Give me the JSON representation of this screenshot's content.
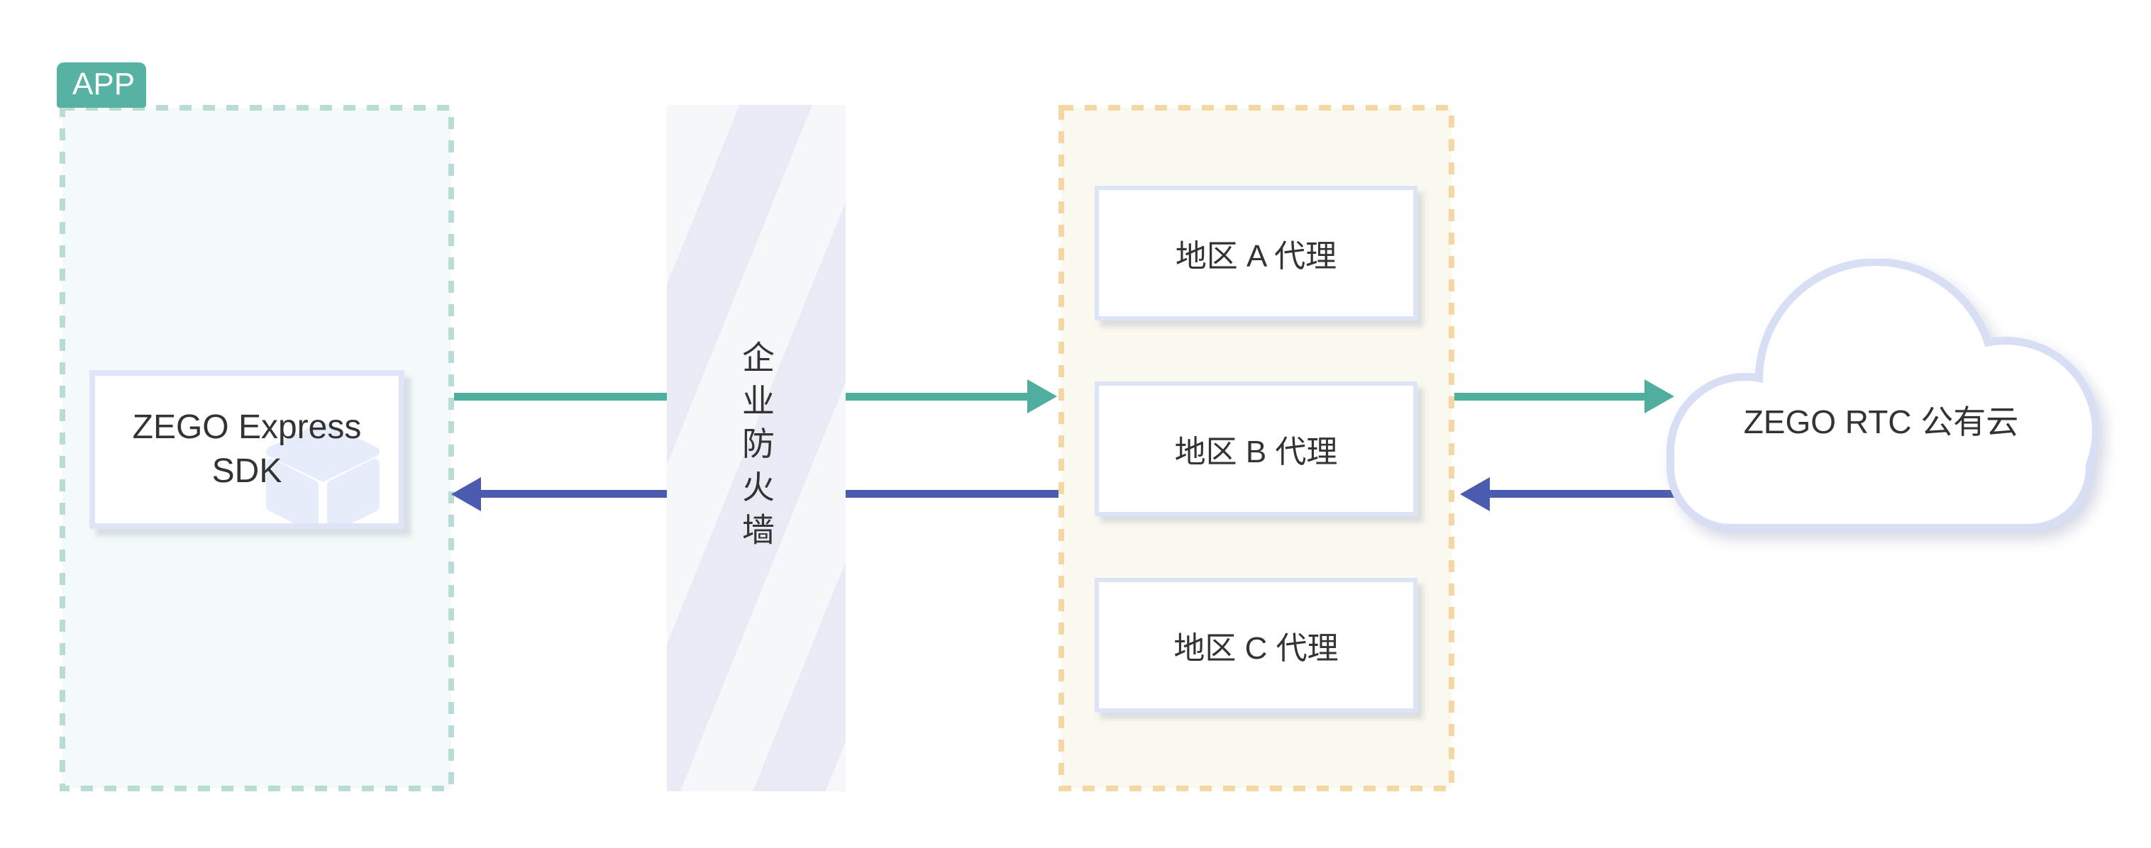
{
  "diagram": {
    "app_group": {
      "tag_label": "APP",
      "sdk_box_label": "ZEGO Express SDK"
    },
    "firewall": {
      "label": "企业防火墙"
    },
    "proxy_group": {
      "items": [
        "地区 A 代理",
        "地区 B 代理",
        "地区 C 代理"
      ]
    },
    "cloud": {
      "label": "ZEGO RTC 公有云"
    },
    "arrows": {
      "uplink_color": "#4FAE9D",
      "downlink_color": "#4A5BB0"
    },
    "colors": {
      "app_tag_bg": "#58B2A3",
      "app_dash_border": "#B9DDD6",
      "app_bg": "#F4FAF9",
      "proxy_dash_border": "#F3D8A4",
      "proxy_bg": "#FBF8EF",
      "card_border": "#DFE5F7",
      "firewall_stripe_light": "#F6F7FB",
      "firewall_stripe_dark": "#E9EBF4",
      "cloud_border": "#D8DEF4",
      "text": "#333333"
    }
  }
}
